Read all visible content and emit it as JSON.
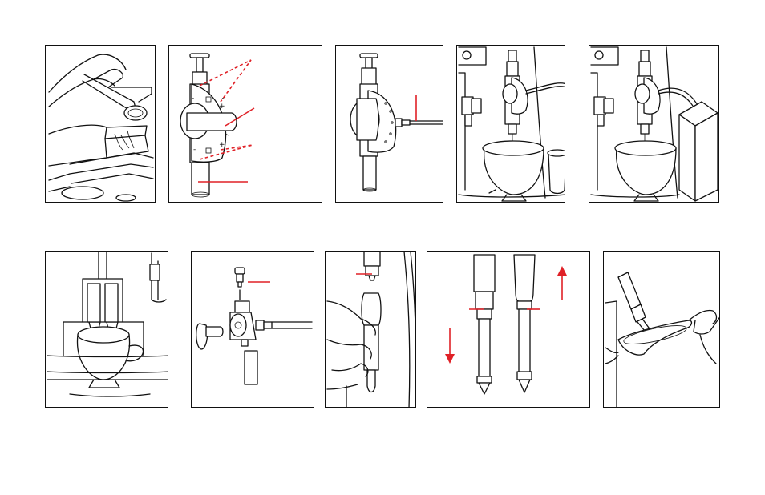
{
  "panels": [
    {
      "id": "fill-ground-coffee",
      "symbols": []
    },
    {
      "id": "cappuccino-frother-parts",
      "symbols": [
        "-",
        "+",
        "-",
        "+"
      ]
    },
    {
      "id": "frother-hose-connected",
      "symbols": []
    },
    {
      "id": "froth-milk-from-glass",
      "symbols": []
    },
    {
      "id": "froth-milk-from-carton",
      "symbols": []
    },
    {
      "id": "dispense-two-cups",
      "symbols": []
    },
    {
      "id": "frother-disassembly",
      "symbols": []
    },
    {
      "id": "remove-frother-from-nozzle",
      "symbols": []
    },
    {
      "id": "frother-nozzle-positions",
      "symbols": []
    },
    {
      "id": "clean-frother",
      "symbols": []
    }
  ],
  "colors": {
    "outline": "#111111",
    "callout": "#e02127",
    "background": "#ffffff"
  }
}
